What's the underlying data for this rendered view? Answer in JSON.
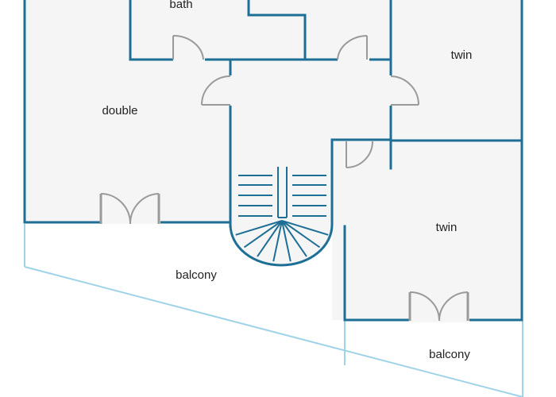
{
  "rooms": {
    "bath": "bath",
    "twin_top": "twin",
    "double": "double",
    "twin_right": "twin",
    "balcony_left": "balcony",
    "balcony_right": "balcony"
  },
  "colors": {
    "wall": "#1d6f96",
    "floor": "#f5f5f5",
    "balcony_line": "#9fd3e8",
    "door": "#9a9a9a",
    "stairs": "#1d6f96",
    "label": "#222222"
  }
}
